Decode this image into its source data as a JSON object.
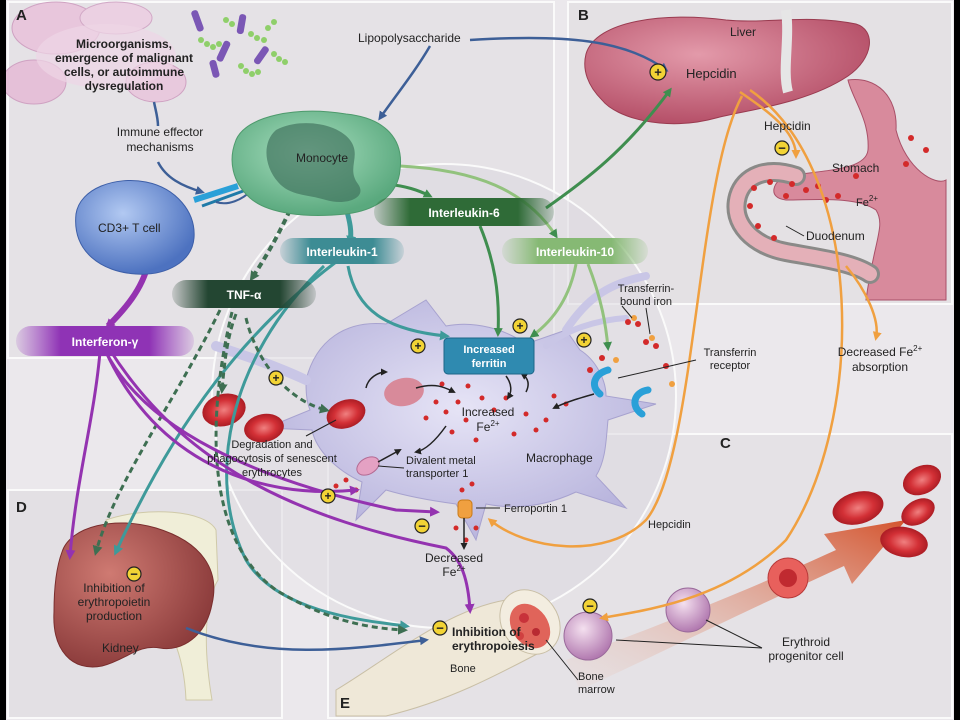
{
  "panels": {
    "a": "A",
    "b": "B",
    "c": "C",
    "d": "D",
    "e": "E"
  },
  "labels": {
    "microorganisms": [
      "Microorganisms,",
      "emergence of malignant",
      "cells, or autoimmune",
      "dysregulation"
    ],
    "lps": "Lipopolysaccharide",
    "immune_effector": [
      "Immune effector",
      "mechanisms"
    ],
    "monocyte": "Monocyte",
    "tcell": "CD3+ T cell",
    "il6": "Interleukin-6",
    "il1": "Interleukin-1",
    "il10": "Interleukin-10",
    "tnf": "TNF-α",
    "ifn": "Interferon-γ",
    "liver": "Liver",
    "hepcidin_liver": "Hepcidin",
    "hepcidin_stomach": "Hepcidin",
    "stomach": "Stomach",
    "fe_stomach": "Fe",
    "duodenum": "Duodenum",
    "decreased_absorption": [
      "Decreased Fe",
      "absorption"
    ],
    "transferrin_bound": [
      "Transferrin-",
      "bound iron"
    ],
    "transferrin_receptor": [
      "Transferrin",
      "receptor"
    ],
    "increased_ferritin": [
      "Increased",
      "ferritin"
    ],
    "increased_fe": [
      "Increased",
      "Fe"
    ],
    "macrophage": "Macrophage",
    "degradation": [
      "Degradation and",
      "phagocytosis of senescent",
      "erythrocytes"
    ],
    "dmt": [
      "Divalent metal",
      "transporter 1"
    ],
    "ferroportin": "Ferroportin 1",
    "hepcidin_mac": "Hepcidin",
    "decreased_fe": [
      "Decreased",
      "Fe"
    ],
    "inhibition_epo": [
      "Inhibition of",
      "erythropoietin",
      "production"
    ],
    "kidney": "Kidney",
    "inhibition_erythropoiesis": [
      "Inhibition of",
      "erythropoiesis"
    ],
    "bone": "Bone",
    "bone_marrow": [
      "Bone",
      "marrow"
    ],
    "erythroid": [
      "Erythroid",
      "progenitor cell"
    ],
    "sup_fe": "2+",
    "plus": "+",
    "minus": "−"
  },
  "colors": {
    "liver": "#c25a70",
    "monocyte": "#6fbf93",
    "tcell": "#6a8fd8",
    "macrophage": "#c9c6e6",
    "kidney": "#a4504e",
    "rbc": "#c8232f",
    "green_arrow": "#3f8e4f",
    "teal_arrow": "#3e9a9a",
    "purple_arrow": "#9433b0",
    "orange_arrow": "#f0a040",
    "blue_arrow": "#3d5f97",
    "dash_arrow": "#3e6f52",
    "plus_sign": "#f2d335"
  }
}
